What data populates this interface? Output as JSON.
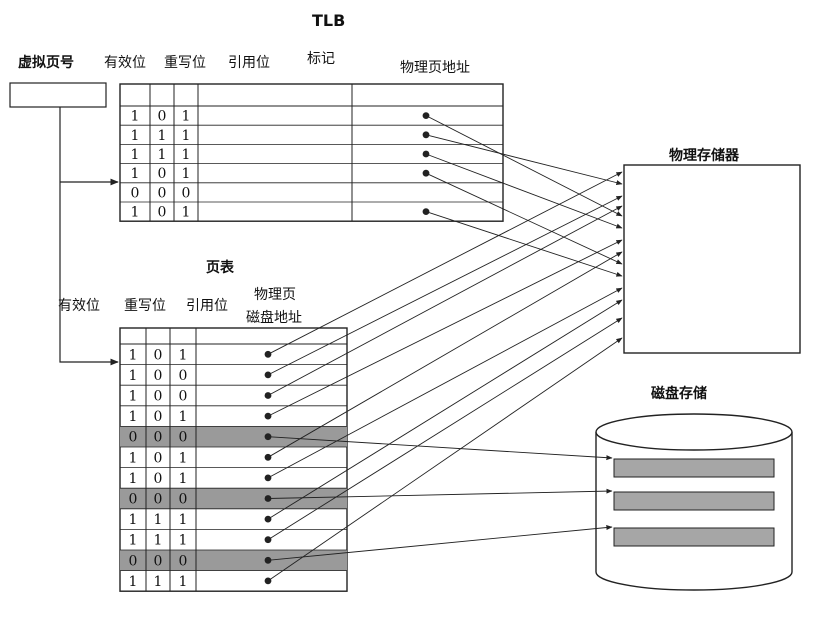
{
  "tlb": {
    "title": "TLB",
    "headers": {
      "virtual_page_number": "虚拟页号",
      "valid": "有效位",
      "dirty": "重写位",
      "ref": "引用位",
      "tag": "标记",
      "physical_page_address": "物理页地址"
    },
    "rows": [
      {
        "valid": "1",
        "dirty": "0",
        "ref": "1",
        "has_pointer": true,
        "target": 4
      },
      {
        "valid": "1",
        "dirty": "1",
        "ref": "1",
        "has_pointer": true,
        "target": 1
      },
      {
        "valid": "1",
        "dirty": "1",
        "ref": "1",
        "has_pointer": true,
        "target": 5
      },
      {
        "valid": "1",
        "dirty": "0",
        "ref": "1",
        "has_pointer": true,
        "target": 8
      },
      {
        "valid": "0",
        "dirty": "0",
        "ref": "0",
        "has_pointer": false,
        "target": null
      },
      {
        "valid": "1",
        "dirty": "0",
        "ref": "1",
        "has_pointer": true,
        "target": 9
      }
    ]
  },
  "page_table": {
    "title": "页表",
    "headers": {
      "valid": "有效位",
      "dirty": "重写位",
      "ref": "引用位",
      "address_line1": "物理页",
      "address_line2": "磁盘地址"
    },
    "rows": [
      {
        "valid": "1",
        "dirty": "0",
        "ref": "1",
        "shaded": false,
        "dest": "mem",
        "target": 0
      },
      {
        "valid": "1",
        "dirty": "0",
        "ref": "0",
        "shaded": false,
        "dest": "mem",
        "target": 2
      },
      {
        "valid": "1",
        "dirty": "0",
        "ref": "0",
        "shaded": false,
        "dest": "mem",
        "target": 3
      },
      {
        "valid": "1",
        "dirty": "0",
        "ref": "1",
        "shaded": false,
        "dest": "mem",
        "target": 6
      },
      {
        "valid": "0",
        "dirty": "0",
        "ref": "0",
        "shaded": true,
        "dest": "disk",
        "target": 0
      },
      {
        "valid": "1",
        "dirty": "0",
        "ref": "1",
        "shaded": false,
        "dest": "mem",
        "target": 7
      },
      {
        "valid": "1",
        "dirty": "0",
        "ref": "1",
        "shaded": false,
        "dest": "mem",
        "target": 10
      },
      {
        "valid": "0",
        "dirty": "0",
        "ref": "0",
        "shaded": true,
        "dest": "disk",
        "target": 1
      },
      {
        "valid": "1",
        "dirty": "1",
        "ref": "1",
        "shaded": false,
        "dest": "mem",
        "target": 11
      },
      {
        "valid": "1",
        "dirty": "1",
        "ref": "1",
        "shaded": false,
        "dest": "mem",
        "target": 12
      },
      {
        "valid": "0",
        "dirty": "0",
        "ref": "0",
        "shaded": true,
        "dest": "disk",
        "target": 2
      },
      {
        "valid": "1",
        "dirty": "1",
        "ref": "1",
        "shaded": false,
        "dest": "mem",
        "target": 13
      }
    ]
  },
  "physical_memory": {
    "label": "物理存储器"
  },
  "disk_storage": {
    "label": "磁盘存储"
  },
  "colors": {
    "line": "#222222",
    "shade": "#9a9a9a",
    "disk_block": "#a6a6a6"
  }
}
